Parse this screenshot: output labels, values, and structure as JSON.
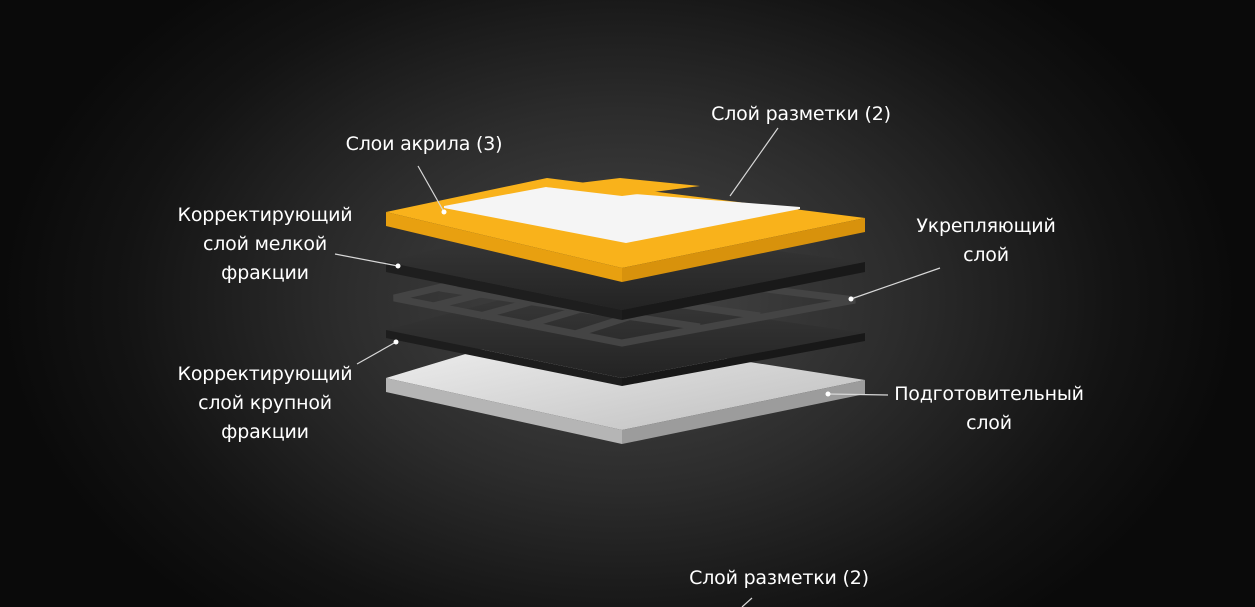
{
  "diagram": {
    "labels": {
      "acrylic": "Слои акрила (3)",
      "marking": "Слой разметки (2)",
      "fine_fraction": "Корректирующий\nслой мелкой\nфракции",
      "reinforcing": "Укрепляющий\nслой",
      "coarse_fraction": "Корректирующий\nслой крупной\nфракции",
      "base": "Подготовительный\nслой",
      "marking_repeat": "Слой разметки (2)"
    },
    "colors": {
      "acrylic": "#f9b21b",
      "acrylic_edge": "#e19a0c",
      "marking": "#f7f7f7",
      "dark_layer": "#2f2f2f",
      "mesh": "#3a3a3a",
      "base": "#e6e6e6",
      "leader": "#d8d8d8"
    }
  }
}
